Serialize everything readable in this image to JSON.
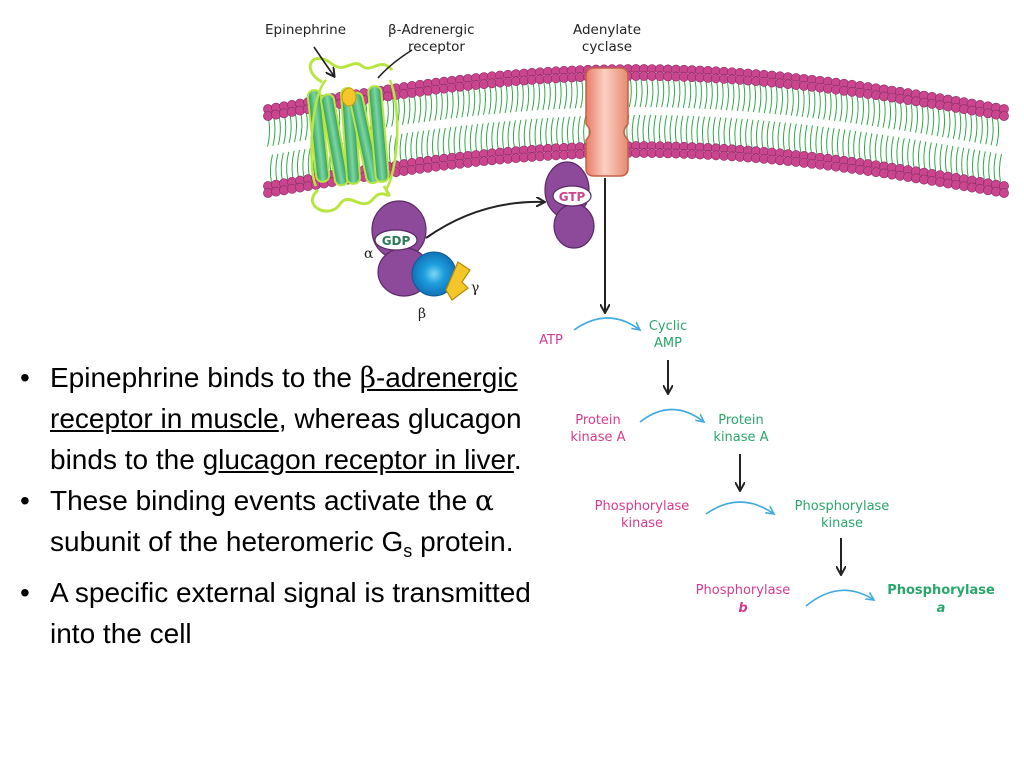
{
  "diagram": {
    "labels": {
      "epinephrine": "Epinephrine",
      "receptor_line1": "β-Adrenergic",
      "receptor_line2": "receptor",
      "cyclase_line1": "Adenylate",
      "cyclase_line2": "cyclase",
      "gdp": "GDP",
      "gtp": "GTP",
      "alpha": "α",
      "beta": "β",
      "gamma": "γ"
    },
    "cascade": {
      "atp": "ATP",
      "camp_line1": "Cyclic",
      "camp_line2": "AMP",
      "pka_in_line1": "Protein",
      "pka_in_line2": "kinase A",
      "pka_out_line1": "Protein",
      "pka_out_line2": "kinase A",
      "phk_in_line1": "Phosphorylase",
      "phk_in_line2": "kinase",
      "phk_out_line1": "Phosphorylase",
      "phk_out_line2": "kinase",
      "ph_b_line1": "Phosphorylase",
      "ph_b_line2": "b",
      "ph_a_line1": "Phosphorylase",
      "ph_a_line2": "a"
    },
    "colors": {
      "membrane_head": "#c9468f",
      "tail": "#2faa47",
      "receptor": "#48b87a",
      "receptor_loop": "#b8e640",
      "g_protein": "#8e4a9a",
      "beta_subunit": "#1e9ede",
      "gamma_subunit": "#f3c629",
      "cyclase": "#f3a08a",
      "inactive_text": "#d63c8d",
      "active_text": "#2aa66b",
      "curved_arrow": "#43aadf"
    }
  },
  "bullets": [
    {
      "pre": "Epinephrine binds to the ",
      "sym": "β",
      "link1": "-adrenergic receptor in muscle",
      "mid": ", whereas glucagon binds to the ",
      "link2": "glucagon receptor in liver",
      "post": "."
    },
    {
      "pre": "These binding events activate the ",
      "sym": "α",
      "mid": " subunit of the heteromeric G",
      "sub": "s",
      "post": " protein."
    },
    {
      "text": "A specific external signal is transmitted into the cell"
    }
  ],
  "bullet_glyph": "•"
}
